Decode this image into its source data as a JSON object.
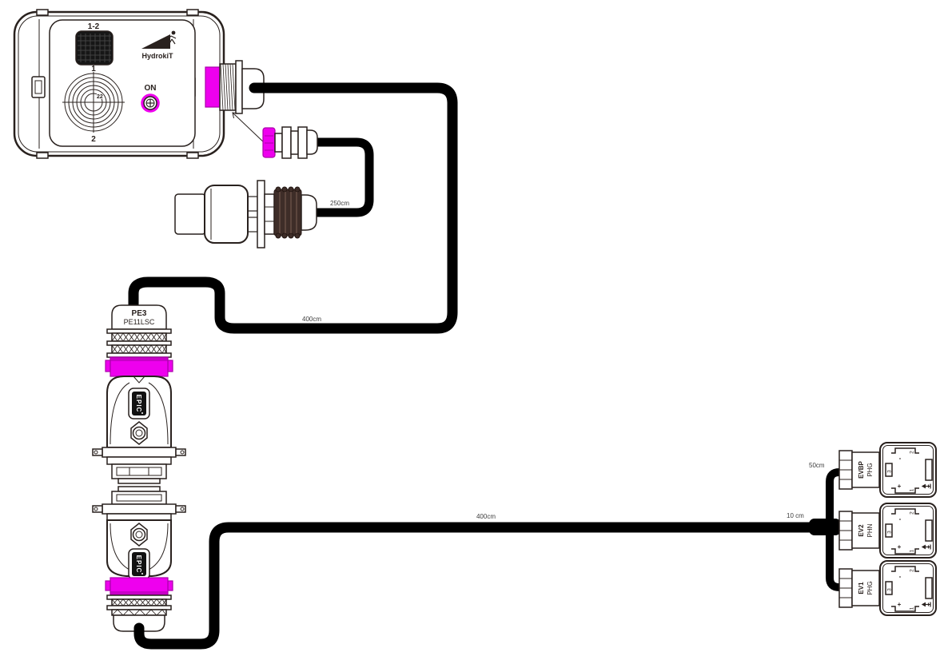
{
  "colors": {
    "accent": "#ee00ee",
    "accent-dark": "#aa00aa",
    "line": "#29211e",
    "knurl": "#3e2d28",
    "cable": "#000000"
  },
  "control_box": {
    "brand": "HydrokiT",
    "switch_label": "1-2",
    "knob_top_label": "1",
    "knob_bottom_label": "2",
    "knob_value": "22",
    "power_label": "ON"
  },
  "epic_connector": {
    "model": "PE3",
    "reference": "PE11LSC",
    "brand": "EPIC"
  },
  "cable_labels": {
    "plug_to_connector": "250cm",
    "box_to_epic": "400cm",
    "epic_to_valves": "400cm",
    "bypass_branch": "50cm",
    "branch_spacing": "10 cm"
  },
  "valves": [
    {
      "name": "EVBP",
      "plug": "PHG"
    },
    {
      "name": "EV2",
      "plug": "PHN"
    },
    {
      "name": "EV1",
      "plug": "PHG"
    }
  ],
  "valve_face": {
    "pin_1": "1",
    "pin_2": "2",
    "pin_3": "3",
    "plus": "+",
    "minus": "-"
  }
}
